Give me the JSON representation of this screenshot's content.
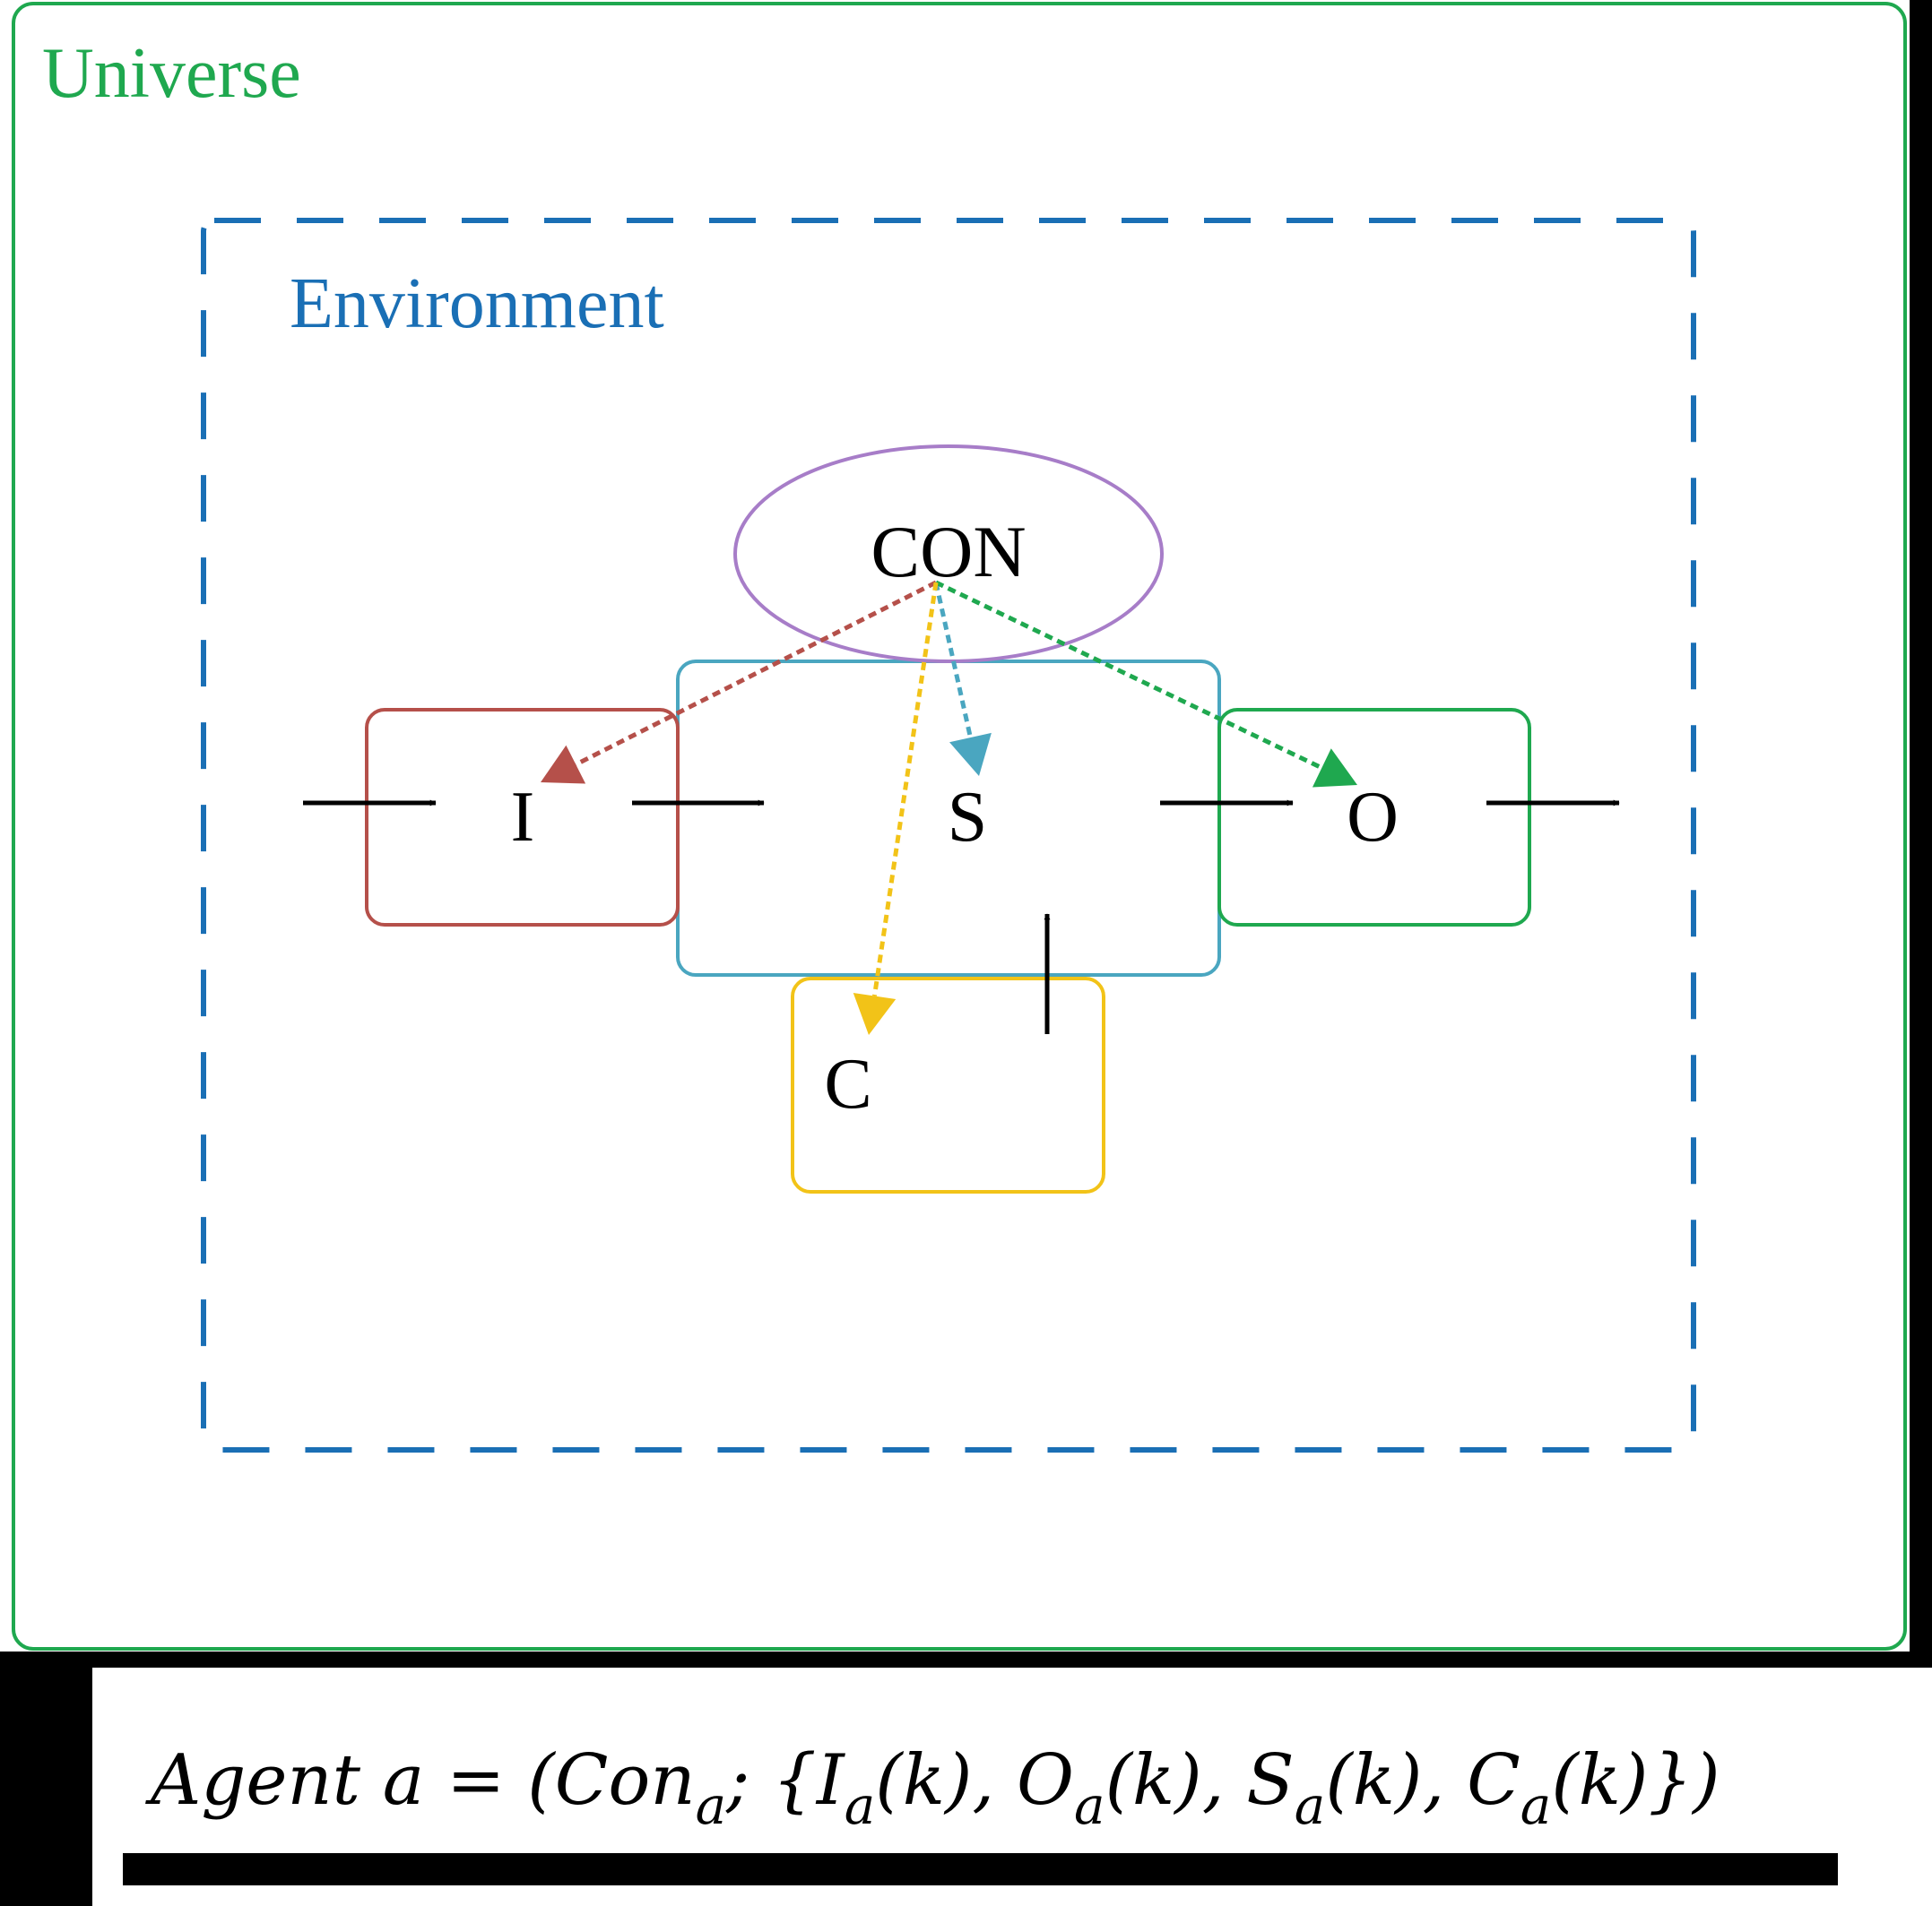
{
  "diagram": {
    "universe": {
      "label": "Universe",
      "color": "#1fa84f"
    },
    "environment": {
      "label": "Environment",
      "color": "#1a6fb5"
    },
    "controller": {
      "label": "CON",
      "color": "#a77dc8"
    },
    "blocks": {
      "input": {
        "label": "I",
        "color": "#b5504a"
      },
      "state": {
        "label": "S",
        "color": "#4aa6c0"
      },
      "output": {
        "label": "O",
        "color": "#1fa84f"
      },
      "capacity": {
        "label": "C",
        "color": "#f2c318"
      }
    },
    "control_arrow_colors": {
      "to_input": "#b5504a",
      "to_state": "#4aa6c0",
      "to_output": "#1fa84f",
      "to_capacity": "#f2c318"
    },
    "flow_arrow_color": "#000000"
  },
  "formula": {
    "agent": "Agent",
    "a": "a",
    "eq": " = (",
    "con": "Con",
    "sub": "a",
    "semi": "; {",
    "I": "I",
    "O": "O",
    "S": "S",
    "C": "C",
    "k": "(k)",
    "comma": ", ",
    "close": "})"
  }
}
